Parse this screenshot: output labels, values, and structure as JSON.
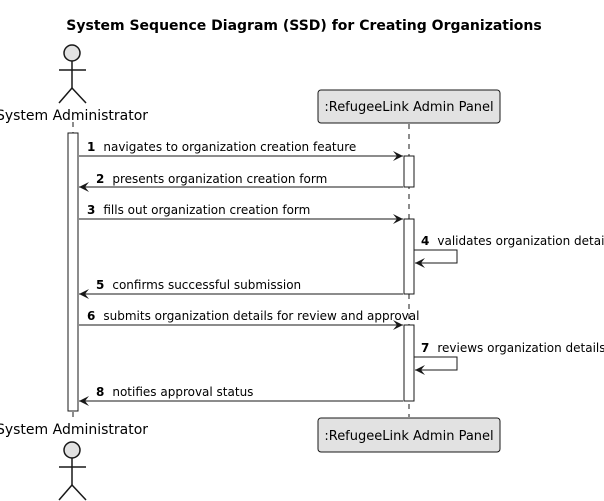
{
  "title": "System Sequence Diagram (SSD) for Creating Organizations",
  "participants": {
    "actor": "System Administrator",
    "system": ":RefugeeLink Admin Panel"
  },
  "messages": [
    {
      "num": "1",
      "text": "navigates to organization creation feature"
    },
    {
      "num": "2",
      "text": "presents organization creation form"
    },
    {
      "num": "3",
      "text": "fills out organization creation form"
    },
    {
      "num": "4",
      "text": "validates organization details"
    },
    {
      "num": "5",
      "text": "confirms successful submission"
    },
    {
      "num": "6",
      "text": "submits organization details for review and approval"
    },
    {
      "num": "7",
      "text": "reviews organization details"
    },
    {
      "num": "8",
      "text": "notifies approval status"
    }
  ]
}
